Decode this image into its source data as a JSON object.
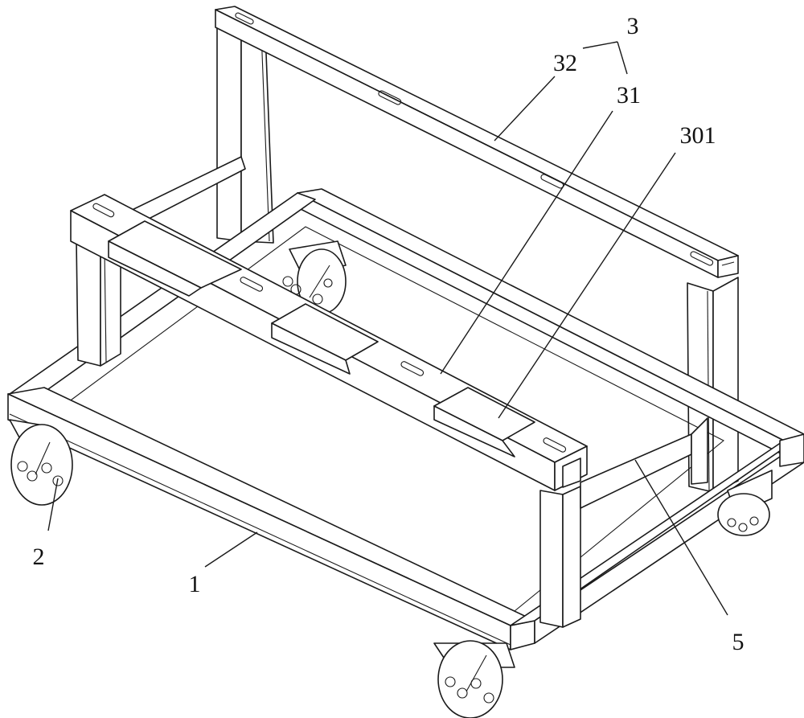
{
  "labels": {
    "l3": "3",
    "l32": "32",
    "l31": "31",
    "l301": "301",
    "l2": "2",
    "l1": "1",
    "l5": "5"
  },
  "colors": {
    "line": "#1a1a1a",
    "background": "#ffffff"
  }
}
